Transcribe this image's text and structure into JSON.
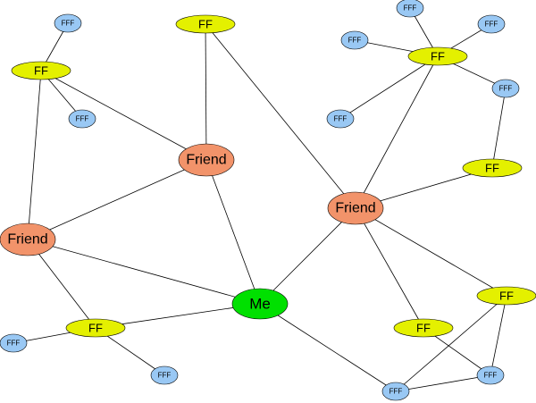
{
  "palette": {
    "me": "#00e000",
    "friend": "#f2936a",
    "ff": "#e4f000",
    "fff": "#99c8f4",
    "edge": "#000000",
    "text": "#000000"
  },
  "nodes": [
    {
      "id": "me",
      "type": "me",
      "label": "Me"
    },
    {
      "id": "friend-top",
      "type": "friend",
      "label": "Friend"
    },
    {
      "id": "friend-left",
      "type": "friend",
      "label": "Friend"
    },
    {
      "id": "friend-right",
      "type": "friend",
      "label": "Friend"
    },
    {
      "id": "ff-top",
      "type": "ff",
      "label": "FF"
    },
    {
      "id": "ff-upper-left",
      "type": "ff",
      "label": "FF"
    },
    {
      "id": "ff-lower-left",
      "type": "ff",
      "label": "FF"
    },
    {
      "id": "ff-upper-right",
      "type": "ff",
      "label": "FF"
    },
    {
      "id": "ff-right-mid",
      "type": "ff",
      "label": "FF"
    },
    {
      "id": "ff-right-low",
      "type": "ff",
      "label": "FF"
    },
    {
      "id": "ff-bottom-right",
      "type": "ff",
      "label": "FF"
    },
    {
      "id": "fff-1",
      "type": "fff",
      "label": "FFF"
    },
    {
      "id": "fff-2",
      "type": "fff",
      "label": "FFF"
    },
    {
      "id": "fff-3",
      "type": "fff",
      "label": "FFF"
    },
    {
      "id": "fff-4",
      "type": "fff",
      "label": "FFF"
    },
    {
      "id": "fff-5",
      "type": "fff",
      "label": "FFF"
    },
    {
      "id": "fff-6",
      "type": "fff",
      "label": "FFF"
    },
    {
      "id": "fff-7",
      "type": "fff",
      "label": "FFF"
    },
    {
      "id": "fff-8",
      "type": "fff",
      "label": "FFF"
    },
    {
      "id": "fff-9",
      "type": "fff",
      "label": "FFF"
    },
    {
      "id": "fff-10",
      "type": "fff",
      "label": "FFF"
    },
    {
      "id": "fff-11",
      "type": "fff",
      "label": "FFF"
    },
    {
      "id": "fff-12",
      "type": "fff",
      "label": "FFF"
    }
  ],
  "edges": [
    [
      "me",
      "friend-top"
    ],
    [
      "me",
      "friend-left"
    ],
    [
      "me",
      "friend-right"
    ],
    [
      "me",
      "ff-lower-left"
    ],
    [
      "me",
      "fff-10"
    ],
    [
      "friend-top",
      "ff-top"
    ],
    [
      "friend-top",
      "ff-upper-left"
    ],
    [
      "friend-top",
      "friend-left"
    ],
    [
      "friend-left",
      "ff-upper-left"
    ],
    [
      "friend-left",
      "ff-lower-left"
    ],
    [
      "friend-right",
      "ff-top"
    ],
    [
      "friend-right",
      "ff-upper-right"
    ],
    [
      "friend-right",
      "ff-right-mid"
    ],
    [
      "friend-right",
      "ff-right-low"
    ],
    [
      "friend-right",
      "ff-bottom-right"
    ],
    [
      "ff-upper-left",
      "fff-1"
    ],
    [
      "ff-upper-left",
      "fff-2"
    ],
    [
      "ff-lower-left",
      "fff-3"
    ],
    [
      "ff-lower-left",
      "fff-4"
    ],
    [
      "ff-upper-right",
      "fff-5"
    ],
    [
      "ff-upper-right",
      "fff-6"
    ],
    [
      "ff-upper-right",
      "fff-7"
    ],
    [
      "ff-upper-right",
      "fff-8"
    ],
    [
      "ff-upper-right",
      "fff-9"
    ],
    [
      "ff-right-mid",
      "fff-9"
    ],
    [
      "ff-bottom-right",
      "fff-10"
    ],
    [
      "ff-bottom-right",
      "fff-11"
    ],
    [
      "fff-10",
      "fff-11"
    ],
    [
      "fff-11",
      "ff-right-low"
    ]
  ]
}
